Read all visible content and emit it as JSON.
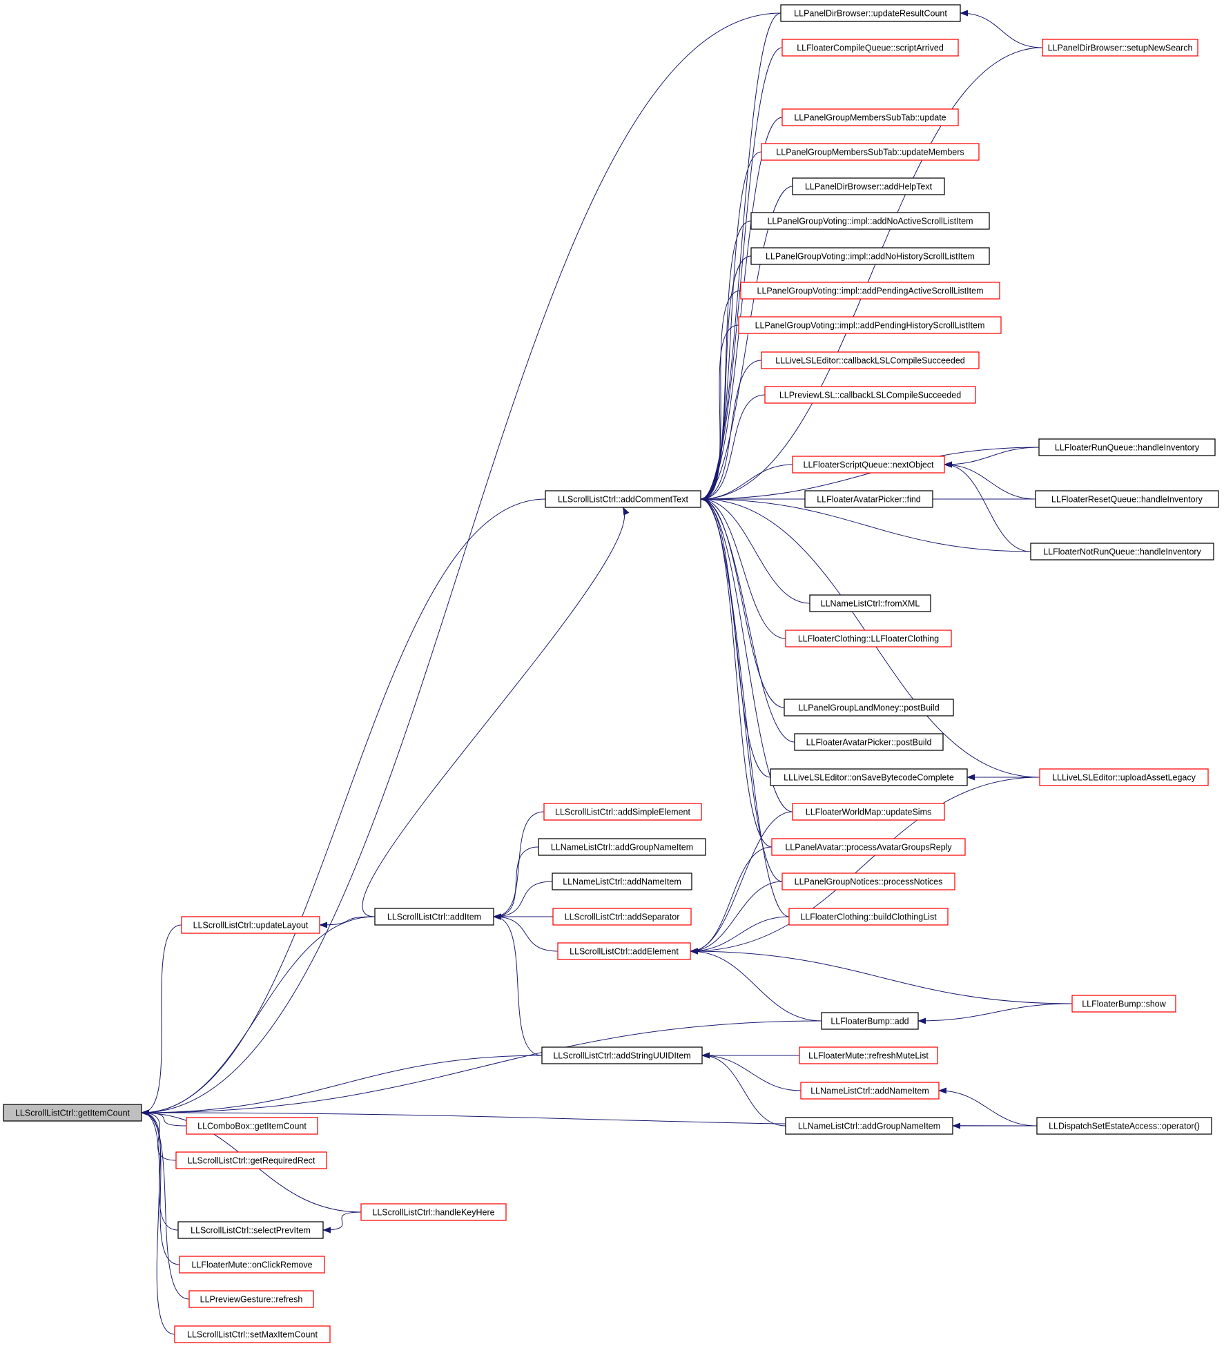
{
  "diagram": {
    "edge_color": "#191970",
    "border_colors": {
      "documented": "#000000",
      "undocumented": "#ff0000",
      "root_fill": "#bfbfbf"
    },
    "nodes": [
      {
        "id": "root",
        "label": "LLScrollListCtrl::getItemCount",
        "style": "root"
      },
      {
        "id": "dirUpdate",
        "label": "LLPanelDirBrowser::updateResultCount",
        "style": "black"
      },
      {
        "id": "setupNew",
        "label": "LLPanelDirBrowser::setupNewSearch",
        "style": "red"
      },
      {
        "id": "compileArr",
        "label": "LLFloaterCompileQueue::scriptArrived",
        "style": "red"
      },
      {
        "id": "gmUpdate",
        "label": "LLPanelGroupMembersSubTab::update",
        "style": "red"
      },
      {
        "id": "gmMembers",
        "label": "LLPanelGroupMembersSubTab::updateMembers",
        "style": "red"
      },
      {
        "id": "helpText",
        "label": "LLPanelDirBrowser::addHelpText",
        "style": "black"
      },
      {
        "id": "noActive",
        "label": "LLPanelGroupVoting::impl::addNoActiveScrollListItem",
        "style": "black"
      },
      {
        "id": "noHistory",
        "label": "LLPanelGroupVoting::impl::addNoHistoryScrollListItem",
        "style": "black"
      },
      {
        "id": "pendActive",
        "label": "LLPanelGroupVoting::impl::addPendingActiveScrollListItem",
        "style": "red"
      },
      {
        "id": "pendHistory",
        "label": "LLPanelGroupVoting::impl::addPendingHistoryScrollListItem",
        "style": "red"
      },
      {
        "id": "liveCompile",
        "label": "LLLiveLSLEditor::callbackLSLCompileSucceeded",
        "style": "red"
      },
      {
        "id": "prevCompile",
        "label": "LLPreviewLSL::callbackLSLCompileSucceeded",
        "style": "red"
      },
      {
        "id": "runQueue",
        "label": "LLFloaterRunQueue::handleInventory",
        "style": "black"
      },
      {
        "id": "nextObj",
        "label": "LLFloaterScriptQueue::nextObject",
        "style": "red"
      },
      {
        "id": "addComment",
        "label": "LLScrollListCtrl::addCommentText",
        "style": "black"
      },
      {
        "id": "avFind",
        "label": "LLFloaterAvatarPicker::find",
        "style": "black"
      },
      {
        "id": "resetQueue",
        "label": "LLFloaterResetQueue::handleInventory",
        "style": "black"
      },
      {
        "id": "notRunQueue",
        "label": "LLFloaterNotRunQueue::handleInventory",
        "style": "black"
      },
      {
        "id": "fromXML",
        "label": "LLNameListCtrl::fromXML",
        "style": "black"
      },
      {
        "id": "clothing",
        "label": "LLFloaterClothing::LLFloaterClothing",
        "style": "red"
      },
      {
        "id": "landMoney",
        "label": "LLPanelGroupLandMoney::postBuild",
        "style": "black"
      },
      {
        "id": "avPost",
        "label": "LLFloaterAvatarPicker::postBuild",
        "style": "black"
      },
      {
        "id": "onSave",
        "label": "LLLiveLSLEditor::onSaveBytecodeComplete",
        "style": "black"
      },
      {
        "id": "uploadLegacy",
        "label": "LLLiveLSLEditor::uploadAssetLegacy",
        "style": "red"
      },
      {
        "id": "simpleEl",
        "label": "LLScrollListCtrl::addSimpleElement",
        "style": "red"
      },
      {
        "id": "worldMap",
        "label": "LLFloaterWorldMap::updateSims",
        "style": "red"
      },
      {
        "id": "groupNameItem1",
        "label": "LLNameListCtrl::addGroupNameItem",
        "style": "black"
      },
      {
        "id": "avGroups",
        "label": "LLPanelAvatar::processAvatarGroupsReply",
        "style": "red"
      },
      {
        "id": "nameItem1",
        "label": "LLNameListCtrl::addNameItem",
        "style": "black"
      },
      {
        "id": "notices",
        "label": "LLPanelGroupNotices::processNotices",
        "style": "red"
      },
      {
        "id": "updateLayout",
        "label": "LLScrollListCtrl::updateLayout",
        "style": "red"
      },
      {
        "id": "addItem",
        "label": "LLScrollListCtrl::addItem",
        "style": "black"
      },
      {
        "id": "addSep",
        "label": "LLScrollListCtrl::addSeparator",
        "style": "red"
      },
      {
        "id": "buildClothing",
        "label": "LLFloaterClothing::buildClothingList",
        "style": "red"
      },
      {
        "id": "addElement",
        "label": "LLScrollListCtrl::addElement",
        "style": "red"
      },
      {
        "id": "bumpShow",
        "label": "LLFloaterBump::show",
        "style": "red"
      },
      {
        "id": "bumpAdd",
        "label": "LLFloaterBump::add",
        "style": "black"
      },
      {
        "id": "addUUID",
        "label": "LLScrollListCtrl::addStringUUIDItem",
        "style": "black"
      },
      {
        "id": "muteRefresh",
        "label": "LLFloaterMute::refreshMuteList",
        "style": "red"
      },
      {
        "id": "nameItem2",
        "label": "LLNameListCtrl::addNameItem",
        "style": "red"
      },
      {
        "id": "comboCount",
        "label": "LLComboBox::getItemCount",
        "style": "red"
      },
      {
        "id": "groupNameItem2",
        "label": "LLNameListCtrl::addGroupNameItem",
        "style": "black"
      },
      {
        "id": "estate",
        "label": "LLDispatchSetEstateAccess::operator()",
        "style": "black"
      },
      {
        "id": "reqRect",
        "label": "LLScrollListCtrl::getRequiredRect",
        "style": "red"
      },
      {
        "id": "keyHere",
        "label": "LLScrollListCtrl::handleKeyHere",
        "style": "red"
      },
      {
        "id": "selPrev",
        "label": "LLScrollListCtrl::selectPrevItem",
        "style": "black"
      },
      {
        "id": "muteRemove",
        "label": "LLFloaterMute::onClickRemove",
        "style": "red"
      },
      {
        "id": "gestRefresh",
        "label": "LLPreviewGesture::refresh",
        "style": "red"
      },
      {
        "id": "maxCount",
        "label": "LLScrollListCtrl::setMaxItemCount",
        "style": "red"
      }
    ],
    "edges": [
      [
        "dirUpdate",
        "root"
      ],
      [
        "addComment",
        "root"
      ],
      [
        "addItem",
        "root"
      ],
      [
        "updateLayout",
        "root"
      ],
      [
        "bumpAdd",
        "root"
      ],
      [
        "addUUID",
        "root"
      ],
      [
        "estate",
        "root"
      ],
      [
        "comboCount",
        "root"
      ],
      [
        "reqRect",
        "root"
      ],
      [
        "keyHere",
        "root"
      ],
      [
        "selPrev",
        "root"
      ],
      [
        "muteRemove",
        "root"
      ],
      [
        "gestRefresh",
        "root"
      ],
      [
        "maxCount",
        "root"
      ],
      [
        "setupNew",
        "dirUpdate"
      ],
      [
        "addItem",
        "updateLayout"
      ],
      [
        "keyHere",
        "selPrev"
      ],
      [
        "dirUpdate",
        "addComment"
      ],
      [
        "compileArr",
        "addComment"
      ],
      [
        "setupNew",
        "addComment"
      ],
      [
        "gmUpdate",
        "addComment"
      ],
      [
        "gmMembers",
        "addComment"
      ],
      [
        "helpText",
        "addComment"
      ],
      [
        "noActive",
        "addComment"
      ],
      [
        "noHistory",
        "addComment"
      ],
      [
        "pendActive",
        "addComment"
      ],
      [
        "pendHistory",
        "addComment"
      ],
      [
        "liveCompile",
        "addComment"
      ],
      [
        "prevCompile",
        "addComment"
      ],
      [
        "runQueue",
        "addComment"
      ],
      [
        "nextObj",
        "addComment"
      ],
      [
        "avFind",
        "addComment"
      ],
      [
        "resetQueue",
        "addComment"
      ],
      [
        "notRunQueue",
        "addComment"
      ],
      [
        "fromXML",
        "addComment"
      ],
      [
        "clothing",
        "addComment"
      ],
      [
        "uploadLegacy",
        "addComment"
      ],
      [
        "landMoney",
        "addComment"
      ],
      [
        "avPost",
        "addComment"
      ],
      [
        "onSave",
        "addComment"
      ],
      [
        "worldMap",
        "addComment"
      ],
      [
        "avGroups",
        "addComment"
      ],
      [
        "notices",
        "addComment"
      ],
      [
        "buildClothing",
        "addComment"
      ],
      [
        "addItem",
        "addComment"
      ],
      [
        "runQueue",
        "nextObj"
      ],
      [
        "resetQueue",
        "nextObj"
      ],
      [
        "notRunQueue",
        "nextObj"
      ],
      [
        "uploadLegacy",
        "onSave"
      ],
      [
        "simpleEl",
        "addItem"
      ],
      [
        "groupNameItem1",
        "addItem"
      ],
      [
        "nameItem1",
        "addItem"
      ],
      [
        "addSep",
        "addItem"
      ],
      [
        "addElement",
        "addItem"
      ],
      [
        "addUUID",
        "addItem"
      ],
      [
        "worldMap",
        "addElement"
      ],
      [
        "avGroups",
        "addElement"
      ],
      [
        "notices",
        "addElement"
      ],
      [
        "buildClothing",
        "addElement"
      ],
      [
        "uploadLegacy",
        "addElement"
      ],
      [
        "bumpShow",
        "addElement"
      ],
      [
        "bumpAdd",
        "addElement"
      ],
      [
        "bumpShow",
        "bumpAdd"
      ],
      [
        "muteRefresh",
        "addUUID"
      ],
      [
        "nameItem2",
        "addUUID"
      ],
      [
        "groupNameItem2",
        "addUUID"
      ],
      [
        "estate",
        "nameItem2"
      ],
      [
        "estate",
        "groupNameItem2"
      ]
    ]
  }
}
